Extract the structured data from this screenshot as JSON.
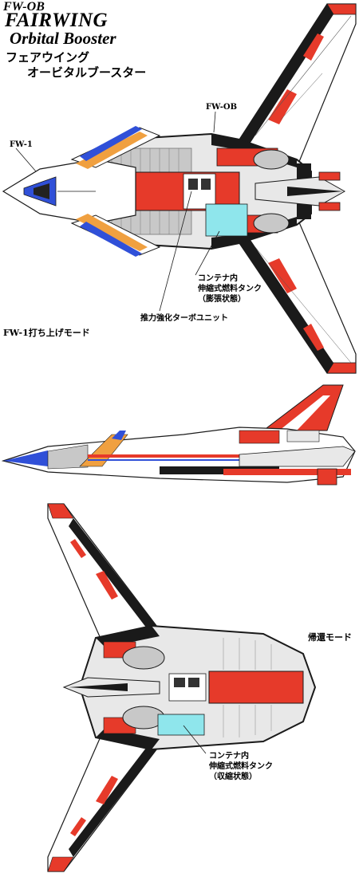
{
  "title": {
    "code": "FW-OB",
    "name": "FAIRWING",
    "subtitle": "Orbital Booster",
    "jp_line1": "フェアウイング",
    "jp_line2": "オービタルブースター"
  },
  "labels": {
    "fwob": "FW-OB",
    "fw1": "FW-1",
    "tank_expanded": [
      "コンテナ内",
      "伸縮式燃料タンク",
      "（膨張状態）"
    ],
    "turbo_unit": "推力強化ターボユニット",
    "launch_mode": "FW-1打ち上げモード",
    "return_mode": "帰還モード",
    "tank_retracted": [
      "コンテナ内",
      "伸縮式燃料タンク",
      "（収縮状態）"
    ]
  },
  "colors": {
    "red": "#e63a2a",
    "black": "#1a1a1a",
    "grey": "#c8c8c8",
    "light_grey": "#e8e8e8",
    "cyan": "#8fe6ec",
    "blue": "#3050d8",
    "orange": "#f0a040"
  }
}
